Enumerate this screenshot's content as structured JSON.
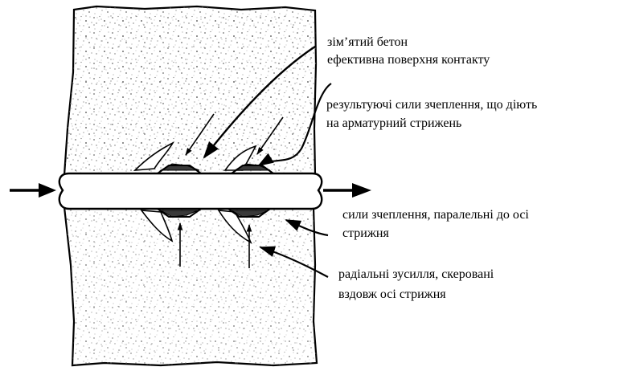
{
  "labels": {
    "crushed_concrete": "зім’ятий бетон",
    "effective_contact_surface": "ефективна поверхня контакту",
    "resulting_bond_forces_l1": "результуючі сили зчеплення, що діють",
    "resulting_bond_forces_l2": "на арматурний стрижень",
    "parallel_bond_forces_l1": "сили зчеплення, паралельні до осі",
    "parallel_bond_forces_l2": "стрижня",
    "radial_forces_l1": "радіальні зусилля, скеровані",
    "radial_forces_l2": "вздовж осі стрижня"
  },
  "colors": {
    "ink": "#000000",
    "concrete_fill": "#ffffff",
    "speckle": "#6f6f6f",
    "crushed": "#3a3a3a"
  }
}
